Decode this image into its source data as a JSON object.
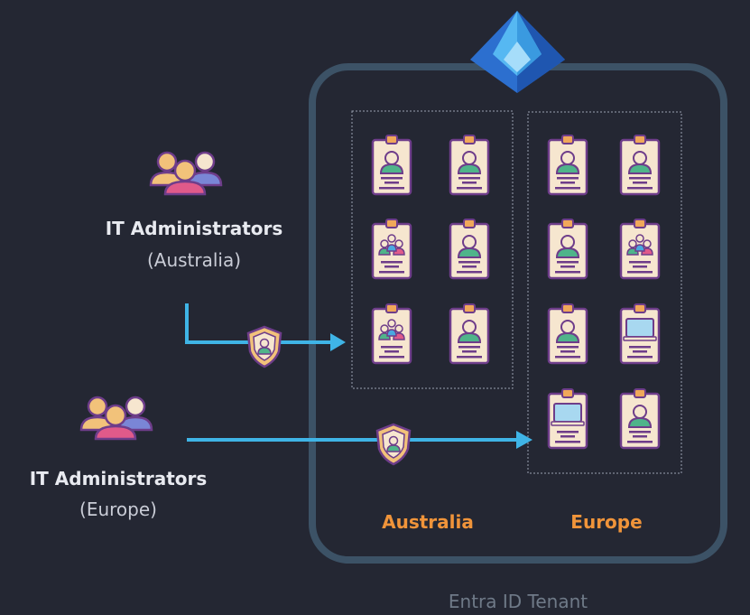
{
  "groups": [
    {
      "title": "IT Administrators",
      "region": "(Australia)"
    },
    {
      "title": "IT Administrators",
      "region": "(Europe)"
    }
  ],
  "units": [
    {
      "label": "Australia",
      "members": [
        "user-card",
        "user-card",
        "group-card",
        "user-card",
        "group-card",
        "user-card"
      ]
    },
    {
      "label": "Europe",
      "members": [
        "user-card",
        "user-card",
        "user-card",
        "group-card",
        "user-card",
        "device-card",
        "device-card",
        "user-card"
      ]
    }
  ],
  "tenant": {
    "label": "Entra ID Tenant"
  },
  "icons": {
    "logo": "entra-id-logo-icon",
    "shield": "admin-shield-icon",
    "people": "admin-group-icon"
  },
  "colors": {
    "background": "#242733",
    "tenant_border": "#3c5266",
    "arrow": "#3fb4e6",
    "unit_label": "#f0943a",
    "card": "#f6e6cf",
    "card_border": "#6e3d8a"
  }
}
